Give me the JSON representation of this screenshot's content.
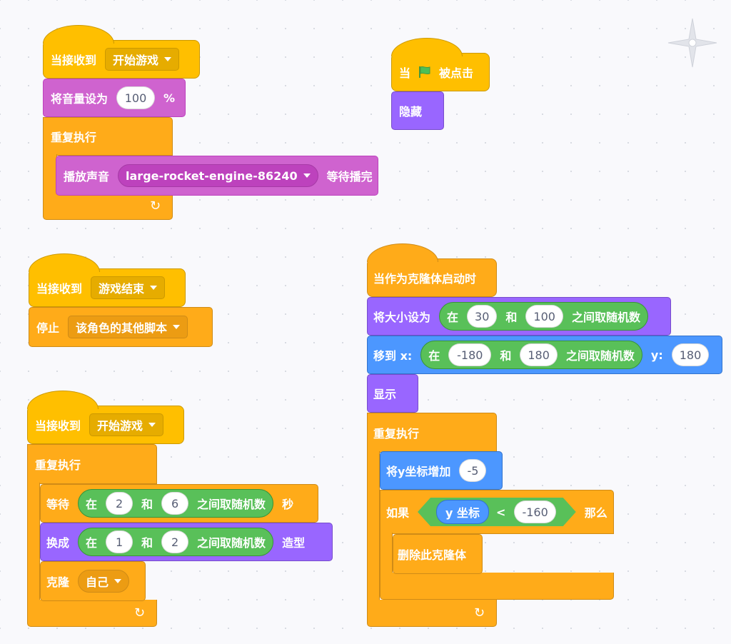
{
  "scripts": {
    "s1": {
      "hat_label": "当接收到",
      "hat_msg": "开始游戏",
      "vol_label": "将音量设为",
      "vol_value": "100",
      "vol_unit": "%",
      "repeat_label": "重复执行",
      "play_label": "播放声音",
      "sound_name": "large-rocket-engine-86240",
      "play_suffix": "等待播完"
    },
    "s2": {
      "hat_when": "当",
      "hat_clicked": "被点击",
      "hide_label": "隐藏"
    },
    "s3": {
      "hat_label": "当接收到",
      "hat_msg": "游戏结束",
      "stop_label": "停止",
      "stop_option": "该角色的其他脚本"
    },
    "s4": {
      "hat_label": "当接收到",
      "hat_msg": "开始游戏",
      "repeat_label": "重复执行",
      "wait_label": "等待",
      "wait_op_in": "在",
      "wait_min": "2",
      "wait_and": "和",
      "wait_max": "6",
      "wait_op_suffix": "之间取随机数",
      "wait_unit": "秒",
      "switch_label": "换成",
      "sw_op_in": "在",
      "sw_min": "1",
      "sw_and": "和",
      "sw_max": "2",
      "sw_op_suffix": "之间取随机数",
      "sw_suffix": "造型",
      "clone_label": "克隆",
      "clone_target": "自己"
    },
    "s5": {
      "hat_label": "当作为克隆体启动时",
      "size_label": "将大小设为",
      "size_op_in": "在",
      "size_min": "30",
      "size_and": "和",
      "size_max": "100",
      "size_op_suffix": "之间取随机数",
      "goto_label": "移到 x:",
      "goto_op_in": "在",
      "goto_min": "-180",
      "goto_and": "和",
      "goto_max": "180",
      "goto_op_suffix": "之间取随机数",
      "goto_y_label": "y:",
      "goto_y": "180",
      "show_label": "显示",
      "repeat_label": "重复执行",
      "change_y_label": "将y坐标增加",
      "change_y_value": "-5",
      "if_label": "如果",
      "ycoord_label": "y 坐标",
      "lt": "<",
      "cmp_value": "-160",
      "then_label": "那么",
      "delete_label": "删除此克隆体"
    }
  },
  "colors": {
    "events": "#ffbf00",
    "control": "#ffab19",
    "looks": "#9966ff",
    "sound": "#cf63cf",
    "motion": "#4c97ff",
    "operators": "#59c059"
  }
}
